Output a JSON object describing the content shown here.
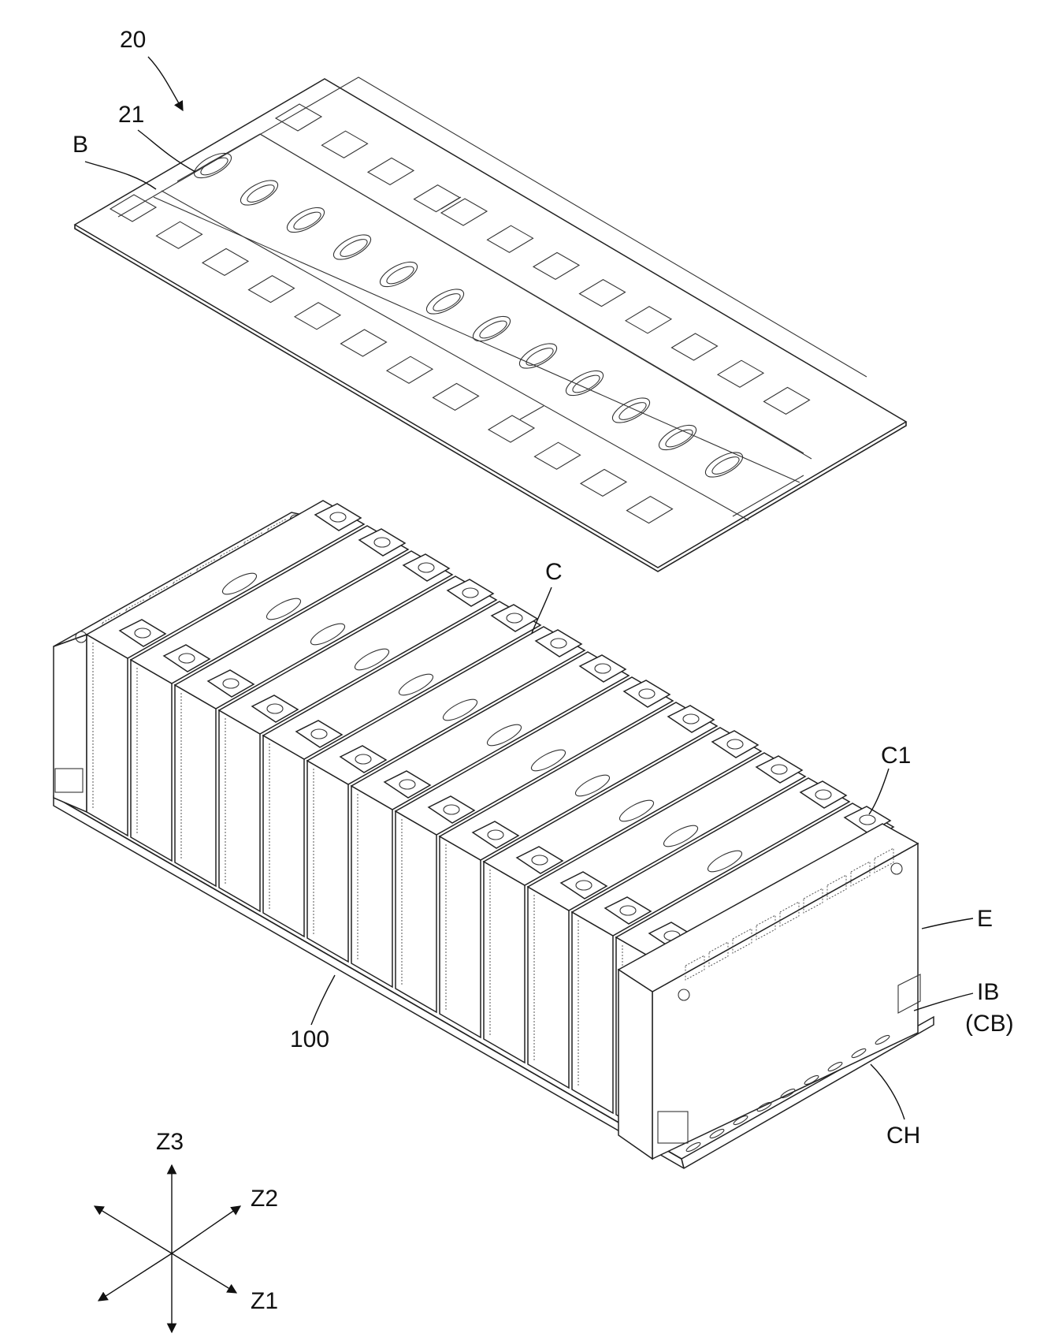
{
  "labels": {
    "assembly": "20",
    "plate_part": "21",
    "busbar": "B",
    "cell_terminal": "C",
    "first_cell": "C1",
    "end_plate": "E",
    "insulating_bottom": "IB",
    "insulating_bottom_alt": "(CB)",
    "channel": "CH",
    "module": "100"
  },
  "axes": {
    "z1": "Z1",
    "z2": "Z2",
    "z3": "Z3"
  }
}
